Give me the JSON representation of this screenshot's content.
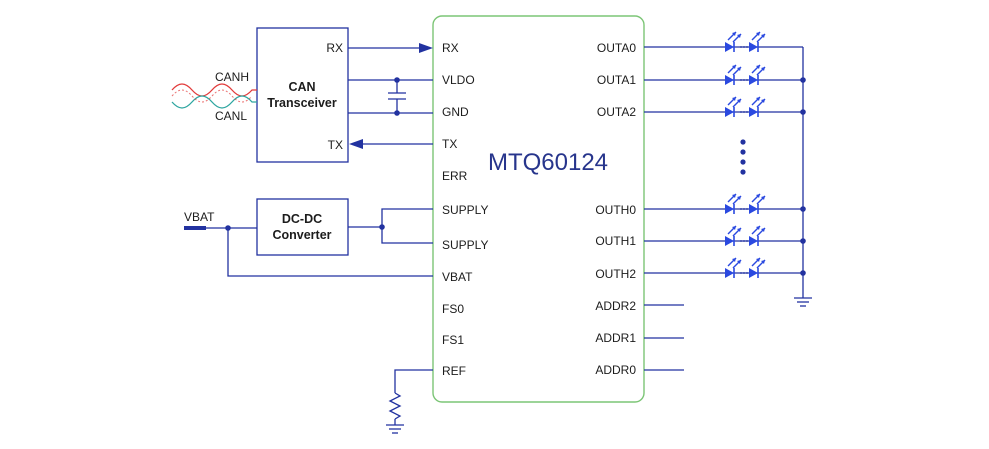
{
  "ic": {
    "name": "MTQ60124",
    "left_pins": [
      "RX",
      "VLDO",
      "GND",
      "TX",
      "ERR",
      "SUPPLY",
      "SUPPLY",
      "VBAT",
      "FS0",
      "FS1",
      "REF"
    ],
    "right_pins": [
      "OUTA0",
      "OUTA1",
      "OUTA2",
      "OUTH0",
      "OUTH1",
      "OUTH2",
      "ADDR2",
      "ADDR1",
      "ADDR0"
    ]
  },
  "can_transceiver": {
    "title_line1": "CAN",
    "title_line2": "Transceiver",
    "pin_rx": "RX",
    "pin_tx": "TX"
  },
  "can_bus": {
    "high": "CANH",
    "low": "CANL"
  },
  "dcdc": {
    "title_line1": "DC-DC",
    "title_line2": "Converter"
  },
  "vbat_label": "VBAT",
  "colors": {
    "wire": "#2232a0",
    "led": "#2a49e0",
    "ic_border": "#7cc576",
    "can_high": "#e23b3b",
    "can_low": "#2ea6a0",
    "chip_text": "#27358c"
  }
}
